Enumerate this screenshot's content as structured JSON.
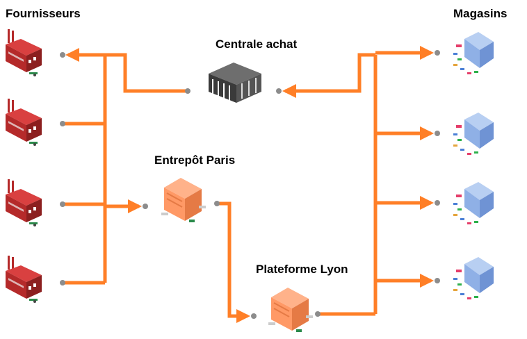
{
  "labels": {
    "suppliers": "Fournisseurs",
    "stores": "Magasins",
    "central_purchasing": "Centrale achat",
    "warehouse": "Entrepôt Paris",
    "platform": "Plateforme Lyon"
  },
  "nodes": {
    "suppliers": [
      "factory-icon",
      "factory-icon",
      "factory-icon",
      "factory-icon"
    ],
    "stores": [
      "store-icon",
      "store-icon",
      "store-icon",
      "store-icon"
    ],
    "central_purchasing": "office-building-icon",
    "warehouse": "warehouse-icon",
    "platform": "warehouse-icon"
  },
  "colors": {
    "flow": "#ff7f27",
    "connector_dot": "#8c8c8c",
    "factory": "#b52a2a",
    "factory_roof": "#d94040",
    "warehouse": "#ff9966",
    "store": "#8fb0e6",
    "text": "#000000"
  }
}
